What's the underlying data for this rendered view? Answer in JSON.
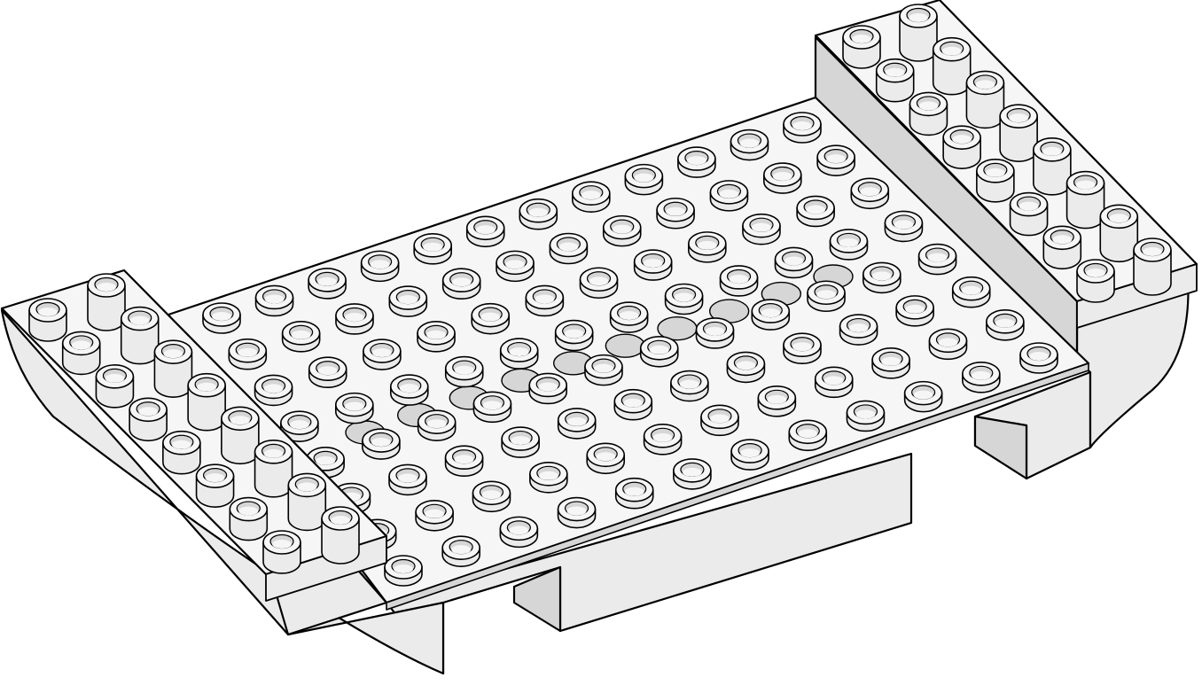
{
  "image": {
    "subject": "",
    "background": "#ffffff",
    "colors": {
      "top_face": "#f6f6f6",
      "side_face": "#ebebeb",
      "dark_face": "#d6d6d6",
      "shadow_face": "#c9c9c9",
      "outline": "#000000"
    }
  },
  "brick": {
    "deck_studs": {
      "rows": 8,
      "columns": 12
    },
    "side_rails": [
      {
        "id": "left",
        "studs_per_row": 2,
        "rows": 8
      },
      {
        "id": "right",
        "studs_per_row": 2,
        "rows": 8
      }
    ],
    "deck_holes": 10
  }
}
